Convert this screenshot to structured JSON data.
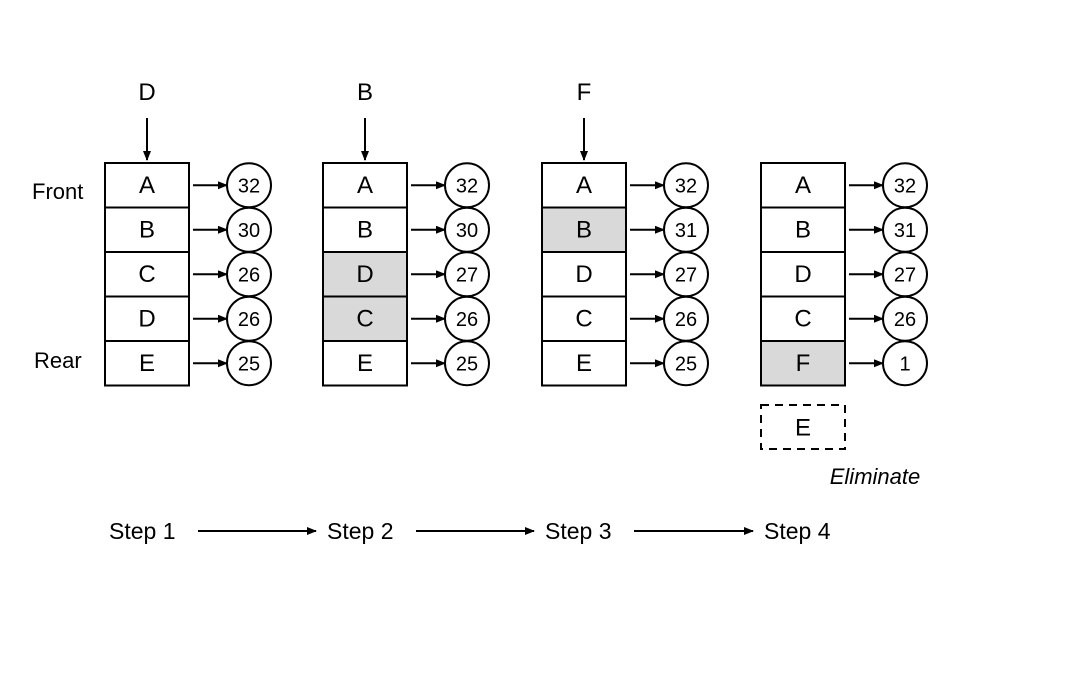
{
  "labels": {
    "front": "Front",
    "rear": "Rear",
    "eliminate": "Eliminate"
  },
  "colors": {
    "highlight": "#d9d9d9",
    "stroke": "#000000",
    "background": "#ffffff"
  },
  "steps": [
    {
      "label": "Step 1",
      "incoming": "D",
      "queue": [
        {
          "key": "A",
          "count": "32",
          "highlight": false
        },
        {
          "key": "B",
          "count": "30",
          "highlight": false
        },
        {
          "key": "C",
          "count": "26",
          "highlight": false
        },
        {
          "key": "D",
          "count": "26",
          "highlight": false
        },
        {
          "key": "E",
          "count": "25",
          "highlight": false
        }
      ]
    },
    {
      "label": "Step 2",
      "incoming": "B",
      "queue": [
        {
          "key": "A",
          "count": "32",
          "highlight": false
        },
        {
          "key": "B",
          "count": "30",
          "highlight": false
        },
        {
          "key": "D",
          "count": "27",
          "highlight": true
        },
        {
          "key": "C",
          "count": "26",
          "highlight": true
        },
        {
          "key": "E",
          "count": "25",
          "highlight": false
        }
      ]
    },
    {
      "label": "Step 3",
      "incoming": "F",
      "queue": [
        {
          "key": "A",
          "count": "32",
          "highlight": false
        },
        {
          "key": "B",
          "count": "31",
          "highlight": true
        },
        {
          "key": "D",
          "count": "27",
          "highlight": false
        },
        {
          "key": "C",
          "count": "26",
          "highlight": false
        },
        {
          "key": "E",
          "count": "25",
          "highlight": false
        }
      ]
    },
    {
      "label": "Step 4",
      "incoming": "",
      "queue": [
        {
          "key": "A",
          "count": "32",
          "highlight": false
        },
        {
          "key": "B",
          "count": "31",
          "highlight": false
        },
        {
          "key": "D",
          "count": "27",
          "highlight": false
        },
        {
          "key": "C",
          "count": "26",
          "highlight": false
        },
        {
          "key": "F",
          "count": "1",
          "highlight": true
        }
      ],
      "eliminated": "E"
    }
  ]
}
